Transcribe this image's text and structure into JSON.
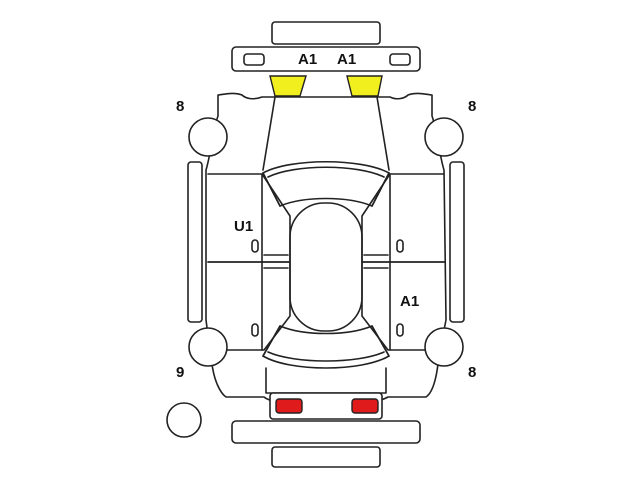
{
  "labels": {
    "front_bumper_left": "A1",
    "front_bumper_right": "A1",
    "front_left_wheel": "8",
    "front_right_wheel": "8",
    "left_front_door": "U1",
    "right_rear_door": "A1",
    "rear_left_wheel": "9",
    "rear_right_wheel": "8"
  },
  "colors": {
    "outline": "#222222",
    "headlight": "#f2ef1e",
    "taillight": "#e01b1b"
  }
}
